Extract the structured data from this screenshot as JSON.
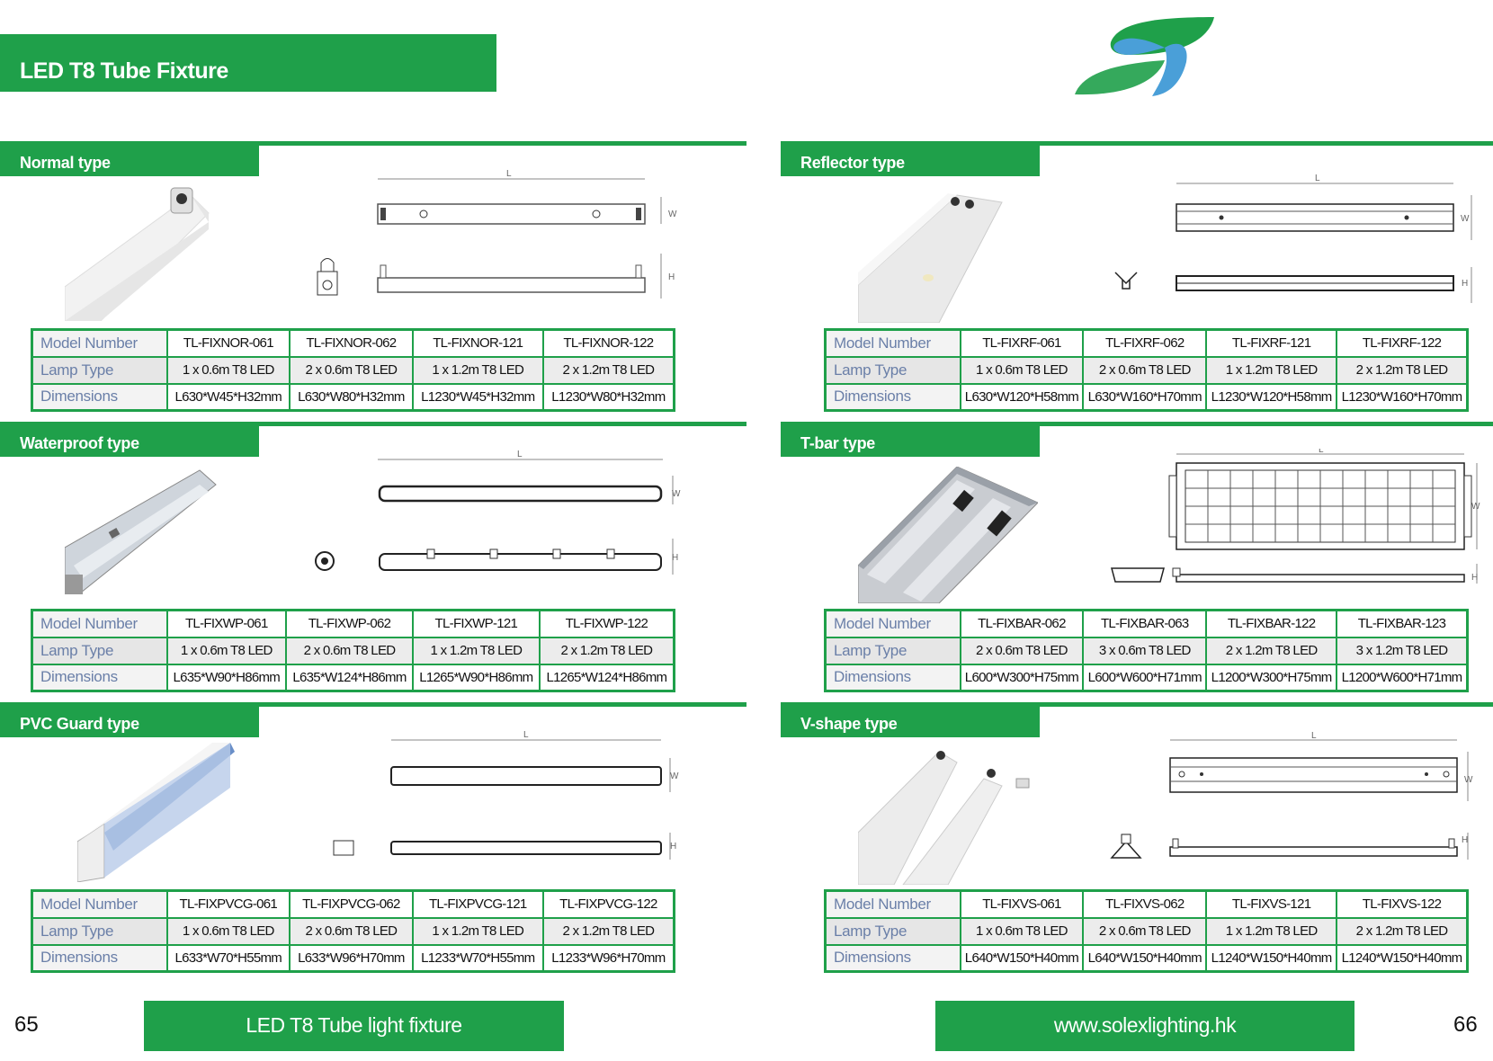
{
  "header": {
    "title": "LED T8 Tube Fixture"
  },
  "dim_labels": {
    "length": "L",
    "width": "W",
    "height": "H"
  },
  "row_labels": {
    "model": "Model Number",
    "lamp": "Lamp Type",
    "dims": "Dimensions"
  },
  "sections": [
    {
      "title": "Normal type",
      "models": [
        "TL-FIXNOR-061",
        "TL-FIXNOR-062",
        "TL-FIXNOR-121",
        "TL-FIXNOR-122"
      ],
      "lamps": [
        "1 x 0.6m T8 LED",
        "2 x 0.6m T8 LED",
        "1 x 1.2m T8 LED",
        "2 x 1.2m T8 LED"
      ],
      "dims": [
        "L630*W45*H32mm",
        "L630*W80*H32mm",
        "L1230*W45*H32mm",
        "L1230*W80*H32mm"
      ]
    },
    {
      "title": "Waterproof type",
      "models": [
        "TL-FIXWP-061",
        "TL-FIXWP-062",
        "TL-FIXWP-121",
        "TL-FIXWP-122"
      ],
      "lamps": [
        "1 x 0.6m T8 LED",
        "2 x 0.6m T8 LED",
        "1 x 1.2m T8 LED",
        "2 x 1.2m T8 LED"
      ],
      "dims": [
        "L635*W90*H86mm",
        "L635*W124*H86mm",
        "L1265*W90*H86mm",
        "L1265*W124*H86mm"
      ]
    },
    {
      "title": "PVC Guard type",
      "models": [
        "TL-FIXPVCG-061",
        "TL-FIXPVCG-062",
        "TL-FIXPVCG-121",
        "TL-FIXPVCG-122"
      ],
      "lamps": [
        "1 x 0.6m T8 LED",
        "2 x 0.6m T8 LED",
        "1 x 1.2m T8 LED",
        "2 x 1.2m T8 LED"
      ],
      "dims": [
        "L633*W70*H55mm",
        "L633*W96*H70mm",
        "L1233*W70*H55mm",
        "L1233*W96*H70mm"
      ]
    },
    {
      "title": "Reflector type",
      "models": [
        "TL-FIXRF-061",
        "TL-FIXRF-062",
        "TL-FIXRF-121",
        "TL-FIXRF-122"
      ],
      "lamps": [
        "1 x 0.6m T8 LED",
        "2 x 0.6m T8 LED",
        "1 x 1.2m T8 LED",
        "2 x 1.2m T8 LED"
      ],
      "dims": [
        "L630*W120*H58mm",
        "L630*W160*H70mm",
        "L1230*W120*H58mm",
        "L1230*W160*H70mm"
      ]
    },
    {
      "title": "T-bar type",
      "models": [
        "TL-FIXBAR-062",
        "TL-FIXBAR-063",
        "TL-FIXBAR-122",
        "TL-FIXBAR-123"
      ],
      "lamps": [
        "2 x 0.6m T8 LED",
        "3 x 0.6m T8 LED",
        "2 x 1.2m T8 LED",
        "3 x 1.2m T8 LED"
      ],
      "dims": [
        "L600*W300*H75mm",
        "L600*W600*H71mm",
        "L1200*W300*H75mm",
        "L1200*W600*H71mm"
      ]
    },
    {
      "title": "V-shape type",
      "models": [
        "TL-FIXVS-061",
        "TL-FIXVS-062",
        "TL-FIXVS-121",
        "TL-FIXVS-122"
      ],
      "lamps": [
        "1 x 0.6m T8 LED",
        "2 x 0.6m T8 LED",
        "1 x 1.2m T8 LED",
        "2 x 1.2m T8 LED"
      ],
      "dims": [
        "L640*W150*H40mm",
        "L640*W150*H40mm",
        "L1240*W150*H40mm",
        "L1240*W150*H40mm"
      ]
    }
  ],
  "footer": {
    "left_page": "65",
    "left_label": "LED T8 Tube light fixture",
    "right_label": "www.solexlighting.hk",
    "right_page": "66"
  },
  "colors": {
    "brand_green": "#1fa04a",
    "logo_blue": "#4a9fd8",
    "label_blue": "#6a7fa8"
  }
}
